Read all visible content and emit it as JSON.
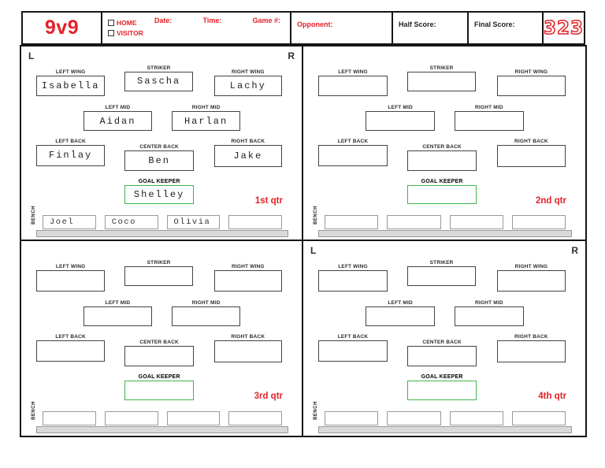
{
  "colors": {
    "accent_red": "#e42229",
    "keeper_green": "#3cb54a"
  },
  "header": {
    "title": "9v9",
    "home_label": "HOME",
    "visitor_label": "VISITOR",
    "date_label": "Date:",
    "time_label": "Time:",
    "game_label": "Game #:",
    "opponent_label": "Opponent:",
    "half_score_label": "Half Score:",
    "final_score_label": "Final Score:",
    "logo": "323"
  },
  "field": {
    "bench_label": "BENCH"
  },
  "quarters": [
    {
      "qtr_label": "1st qtr",
      "corner_left": "L",
      "corner_right": "R",
      "positions": [
        {
          "key": "left_wing",
          "label": "LEFT WING",
          "name": "Isabella"
        },
        {
          "key": "striker",
          "label": "STRIKER",
          "name": "Sascha"
        },
        {
          "key": "right_wing",
          "label": "RIGHT WING",
          "name": "Lachy"
        },
        {
          "key": "left_mid",
          "label": "LEFT MID",
          "name": "Aidan"
        },
        {
          "key": "right_mid",
          "label": "RIGHT MID",
          "name": "Harlan"
        },
        {
          "key": "left_back",
          "label": "LEFT BACK",
          "name": "Finlay"
        },
        {
          "key": "center_back",
          "label": "CENTER BACK",
          "name": "Ben"
        },
        {
          "key": "right_back",
          "label": "RIGHT BACK",
          "name": "Jake"
        },
        {
          "key": "goal_keeper",
          "label": "GOAL KEEPER",
          "name": "Shelley"
        }
      ],
      "bench": [
        "Joel",
        "Coco",
        "Olivia",
        ""
      ]
    },
    {
      "qtr_label": "2nd qtr",
      "corner_left": "",
      "corner_right": "",
      "positions": [
        {
          "key": "left_wing",
          "label": "LEFT WING",
          "name": ""
        },
        {
          "key": "striker",
          "label": "STRIKER",
          "name": ""
        },
        {
          "key": "right_wing",
          "label": "RIGHT WING",
          "name": ""
        },
        {
          "key": "left_mid",
          "label": "LEFT MID",
          "name": ""
        },
        {
          "key": "right_mid",
          "label": "RIGHT MID",
          "name": ""
        },
        {
          "key": "left_back",
          "label": "LEFT BACK",
          "name": ""
        },
        {
          "key": "center_back",
          "label": "CENTER BACK",
          "name": ""
        },
        {
          "key": "right_back",
          "label": "RIGHT BACK",
          "name": ""
        },
        {
          "key": "goal_keeper",
          "label": "GOAL KEEPER",
          "name": ""
        }
      ],
      "bench": [
        "",
        "",
        "",
        ""
      ]
    },
    {
      "qtr_label": "3rd qtr",
      "corner_left": "",
      "corner_right": "",
      "positions": [
        {
          "key": "left_wing",
          "label": "LEFT WING",
          "name": ""
        },
        {
          "key": "striker",
          "label": "STRIKER",
          "name": ""
        },
        {
          "key": "right_wing",
          "label": "RIGHT WING",
          "name": ""
        },
        {
          "key": "left_mid",
          "label": "LEFT MID",
          "name": ""
        },
        {
          "key": "right_mid",
          "label": "RIGHT MID",
          "name": ""
        },
        {
          "key": "left_back",
          "label": "LEFT BACK",
          "name": ""
        },
        {
          "key": "center_back",
          "label": "CENTER BACK",
          "name": ""
        },
        {
          "key": "right_back",
          "label": "RIGHT BACK",
          "name": ""
        },
        {
          "key": "goal_keeper",
          "label": "GOAL KEEPER",
          "name": ""
        }
      ],
      "bench": [
        "",
        "",
        "",
        ""
      ]
    },
    {
      "qtr_label": "4th qtr",
      "corner_left": "L",
      "corner_right": "R",
      "positions": [
        {
          "key": "left_wing",
          "label": "LEFT WING",
          "name": ""
        },
        {
          "key": "striker",
          "label": "STRIKER",
          "name": ""
        },
        {
          "key": "right_wing",
          "label": "RIGHT WING",
          "name": ""
        },
        {
          "key": "left_mid",
          "label": "LEFT MID",
          "name": ""
        },
        {
          "key": "right_mid",
          "label": "RIGHT MID",
          "name": ""
        },
        {
          "key": "left_back",
          "label": "LEFT BACK",
          "name": ""
        },
        {
          "key": "center_back",
          "label": "CENTER BACK",
          "name": ""
        },
        {
          "key": "right_back",
          "label": "RIGHT BACK",
          "name": ""
        },
        {
          "key": "goal_keeper",
          "label": "GOAL KEEPER",
          "name": ""
        }
      ],
      "bench": [
        "",
        "",
        "",
        ""
      ]
    }
  ]
}
